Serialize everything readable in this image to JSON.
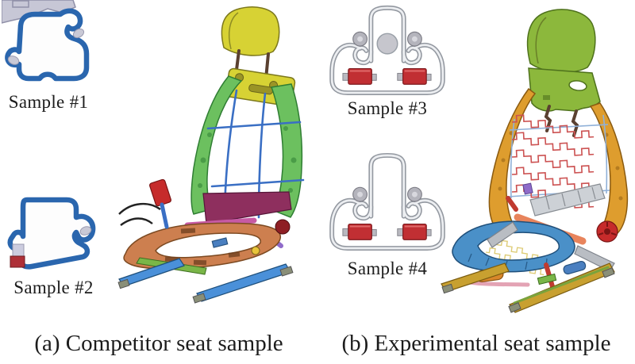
{
  "figure": {
    "panel_a": {
      "caption": "(a) Competitor seat sample",
      "samples": [
        {
          "label": "Sample #1"
        },
        {
          "label": "Sample #2"
        }
      ]
    },
    "panel_b": {
      "caption": "(b) Experimental seat sample",
      "samples": [
        {
          "label": "Sample #3"
        },
        {
          "label": "Sample #4"
        }
      ]
    },
    "colors": {
      "background": "#ffffff",
      "text": "#1c1c1c",
      "profile_blue": "#2a66ae",
      "profile_gray": "#e6e6ea",
      "profile_gray_line": "#9398a0",
      "roller_red": "#c12f33",
      "headrest_a": "#d7d234",
      "frame_a": "#6cc05f",
      "wire_blue": "#3a6fc4",
      "seatpan_a": "#cd7f4f",
      "crossmember_a": "#8e2f5e",
      "rail_a": "#4a90d9",
      "headrest_b": "#8cb83c",
      "frame_b": "#de9d2e",
      "spring_red": "#cc5252",
      "seatpan_b": "#4a90c8",
      "tube_b": "#e8845c",
      "rail_b": "#c8a030"
    }
  }
}
